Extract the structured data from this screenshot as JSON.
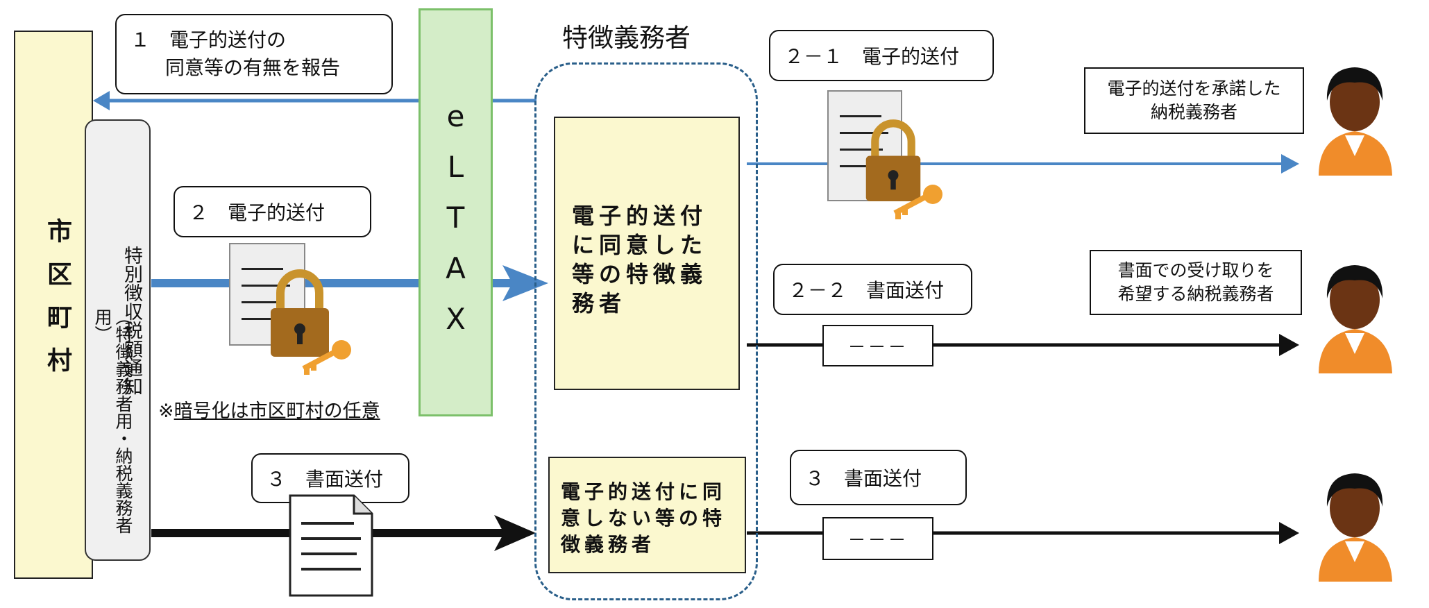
{
  "municipality": {
    "label": "市区町村"
  },
  "notice": {
    "label_main": "特別徴収税額通知",
    "label_sub": "（特徴義務者用・納税義務者用）"
  },
  "eltax": {
    "label": "eLTAX"
  },
  "tokucho": {
    "title": "特徴義務者",
    "consented": "電子的送付に同意した等の特徴義務者",
    "not_consented": "電子的送付に同意しない等の特徴義務者"
  },
  "labels": {
    "report": {
      "line1": "１　電子的送付の",
      "line2": "同意等の有無を報告"
    },
    "send_electronic": "２　電子的送付",
    "send_electronic_2_1": "２－１　電子的送付",
    "send_paper_2_2": "２－２　書面送付",
    "send_paper_3_left": "３　書面送付",
    "send_paper_3_right": "３　書面送付",
    "placeholder_1": "－－－",
    "placeholder_2": "－－－"
  },
  "recipients": {
    "consented": {
      "line1": "電子的送付を承諾した",
      "line2": "納税義務者"
    },
    "paper": {
      "line1": "書面での受け取りを",
      "line2": "希望する納税義務者"
    }
  },
  "note": {
    "prefix": "※",
    "text": "暗号化は市区町村の任意"
  },
  "colors": {
    "electronic_line": "#4a86c5",
    "paper_line": "#111111",
    "dash_border": "#2a5f8a",
    "eltax_fill": "#d4edc8",
    "yellow_fill": "#fbf8cf",
    "person_orange": "#f08c2a",
    "lock_gold": "#c9932c"
  },
  "icons": [
    "document-icon",
    "lock-icon",
    "key-icon",
    "person-icon"
  ]
}
